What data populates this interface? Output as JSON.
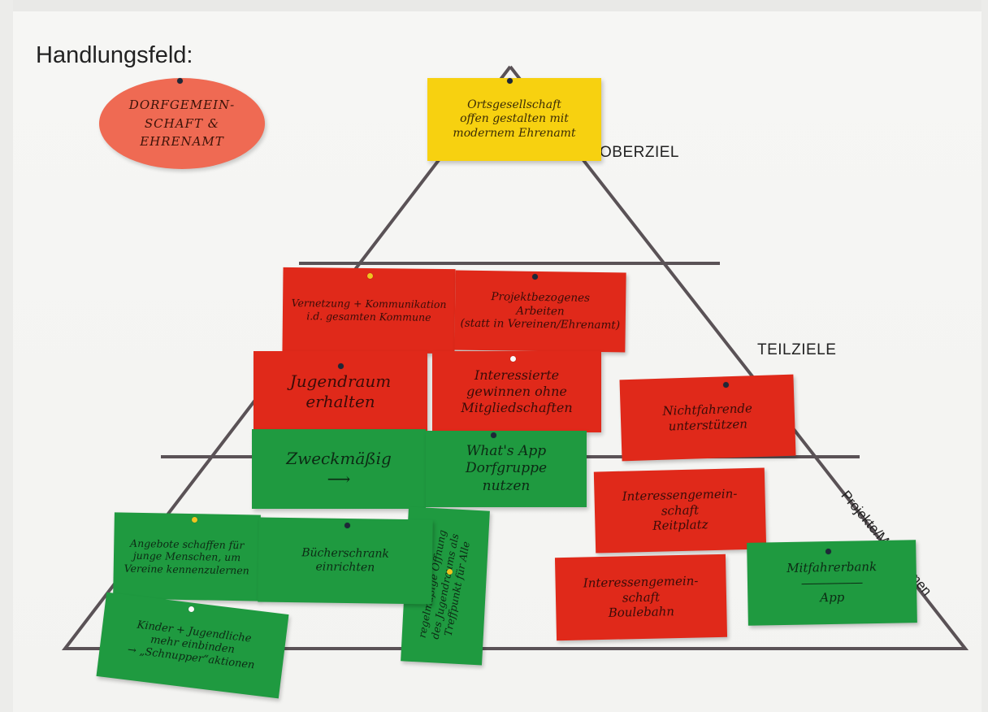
{
  "board": {
    "title": "Handlungsfeld:",
    "levels": {
      "oberziel": "OBERZIEL",
      "teilziele": "TEILZIELE",
      "projekte": "Projekte/Maßnahmen"
    },
    "field_oval": "DORFGEMEIN-\nSCHAFT &\nEHRENAMT"
  },
  "cards": {
    "ortsgesellschaft": "Ortsgesellschaft\noffen gestalten mit\nmodernem Ehrenamt",
    "vernetzung": "Vernetzung + Kommunikation\ni.d. gesamten Kommune",
    "projektbezogen": "Projektbezogenes\nArbeiten\n(statt in Vereinen/Ehrenamt)",
    "jugendraum": "Jugendraum\nerhalten",
    "interessierte": "Interessierte\ngewinnen ohne\nMitgliedschaften",
    "nichtfahrende": "Nichtfahrende\nunterstützen",
    "zweckmaessig": "Zweckmäßig\n⟶",
    "whatsapp": "What's App\nDorfgruppe\nnutzen",
    "reitplatz": "Interessengemein-\nschaft\nReitplatz",
    "angebote": "Angebote schaffen für\njunge Menschen, um\nVereine kennenzulernen",
    "buecherschrank": "Bücherschrank\neinrichten",
    "jugendraum_treffpunkt": "regelmäßige Öffnung\ndes Jugendraums als\nTreffpunkt für Alle",
    "mitfahrerbank": "Mitfahrerbank\n―――――\nApp",
    "bouleplatz": "Interessengemein-\nschaft\nBoulebahn",
    "kinder": "Kinder + Jugendliche\nmehr einbinden\n→ „Schnupper“aktionen"
  },
  "colors": {
    "red_card": "#e0291a",
    "green_card": "#1f9a40",
    "yellow_card": "#f7d110",
    "oval": "#ef6a53",
    "pyramid_line": "#5a5256"
  }
}
